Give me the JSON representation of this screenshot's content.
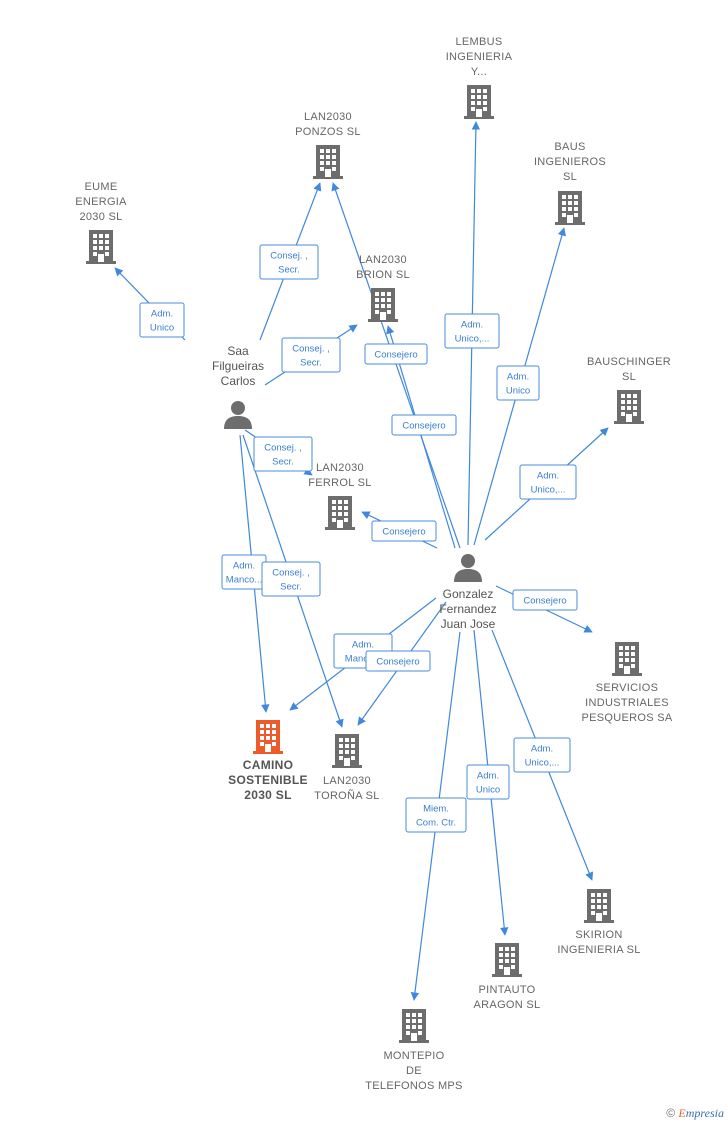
{
  "colors": {
    "edge": "#3f88dc",
    "building": "#6d6d6d",
    "highlight": "#ee5a2a",
    "person": "#6d6d6d"
  },
  "people": [
    {
      "id": "saa",
      "label": [
        "Saa",
        "Filgueiras",
        "Carlos"
      ]
    },
    {
      "id": "gonzalez",
      "label": [
        "Gonzalez",
        "Fernandez",
        "Juan Jose"
      ]
    }
  ],
  "companies": [
    {
      "id": "lembus",
      "label": [
        "LEMBUS",
        "INGENIERIA",
        "Y..."
      ]
    },
    {
      "id": "ponzos",
      "label": [
        "LAN2030",
        "PONZOS  SL"
      ]
    },
    {
      "id": "baus",
      "label": [
        "BAUS",
        "INGENIEROS",
        "SL"
      ]
    },
    {
      "id": "eume",
      "label": [
        "EUME",
        "ENERGIA",
        "2030  SL"
      ]
    },
    {
      "id": "brion",
      "label": [
        "LAN2030",
        "BRION  SL"
      ]
    },
    {
      "id": "bauschinger",
      "label": [
        "BAUSCHINGER",
        "SL"
      ]
    },
    {
      "id": "ferrol",
      "label": [
        "LAN2030",
        "FERROL  SL"
      ]
    },
    {
      "id": "servicios",
      "label": [
        "SERVICIOS",
        "INDUSTRIALES",
        "PESQUEROS SA"
      ]
    },
    {
      "id": "camino",
      "label": [
        "CAMINO",
        "SOSTENIBLE",
        "2030  SL"
      ],
      "highlight": true
    },
    {
      "id": "torona",
      "label": [
        "LAN2030",
        "TOROÑA  SL"
      ]
    },
    {
      "id": "skirion",
      "label": [
        "SKIRION",
        "INGENIERIA SL"
      ]
    },
    {
      "id": "pintauto",
      "label": [
        "PINTAUTO",
        "ARAGON SL"
      ]
    },
    {
      "id": "montepio",
      "label": [
        "MONTEPIO",
        "DE",
        "TELEFONOS MPS"
      ]
    }
  ],
  "edges": [
    {
      "from": "saa",
      "to": "eume",
      "label": [
        "Adm.",
        "Unico"
      ]
    },
    {
      "from": "saa",
      "to": "ponzos",
      "label": [
        "Consej. ,",
        "Secr."
      ]
    },
    {
      "from": "saa",
      "to": "brion",
      "label": [
        "Consej. ,",
        "Secr."
      ]
    },
    {
      "from": "saa",
      "to": "ferrol",
      "label": [
        "Consej. ,",
        "Secr."
      ]
    },
    {
      "from": "saa",
      "to": "camino",
      "label": [
        "Adm.",
        "Manco..."
      ]
    },
    {
      "from": "saa",
      "to": "torona",
      "label": [
        "Consej. ,",
        "Secr."
      ]
    },
    {
      "from": "gonzalez",
      "to": "lembus",
      "label": [
        "Adm.",
        "Unico,..."
      ]
    },
    {
      "from": "gonzalez",
      "to": "ponzos",
      "label": [
        "Consejero"
      ]
    },
    {
      "from": "gonzalez",
      "to": "baus",
      "label": [
        "Adm.",
        "Unico"
      ]
    },
    {
      "from": "gonzalez",
      "to": "brion",
      "label": [
        "Consejero"
      ]
    },
    {
      "from": "gonzalez",
      "to": "bauschinger",
      "label": [
        "Adm.",
        "Unico,..."
      ]
    },
    {
      "from": "gonzalez",
      "to": "ferrol",
      "label": [
        "Consejero"
      ]
    },
    {
      "from": "gonzalez",
      "to": "servicios",
      "label": [
        "Consejero"
      ]
    },
    {
      "from": "gonzalez",
      "to": "camino",
      "label": [
        "Adm.",
        "Manco..."
      ]
    },
    {
      "from": "gonzalez",
      "to": "torona",
      "label": [
        "Consejero"
      ]
    },
    {
      "from": "gonzalez",
      "to": "skirion",
      "label": [
        "Adm.",
        "Unico,..."
      ]
    },
    {
      "from": "gonzalez",
      "to": "pintauto",
      "label": [
        "Adm.",
        "Unico"
      ]
    },
    {
      "from": "gonzalez",
      "to": "montepio",
      "label": [
        "Miem.",
        "Com. Ctr."
      ]
    }
  ],
  "footer": {
    "copyright": "©",
    "brand_initial": "E",
    "brand_rest": "mpresia"
  }
}
